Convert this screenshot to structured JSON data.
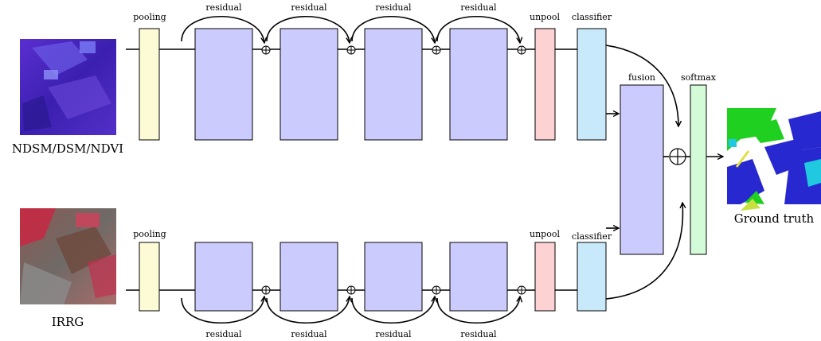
{
  "labels": {
    "pooling": "pooling",
    "residual": "residual",
    "unpool": "unpool",
    "classifier": "classifier",
    "fusion": "fusion",
    "softmax": "softmax",
    "input_top": "NDSM/DSM/NDVI",
    "input_bottom": "IRRG",
    "output": "Ground truth"
  },
  "colors": {
    "pooling": "#fdfbd5",
    "residual": "#cccbfd",
    "unpool": "#fcd2d3",
    "classifier": "#c7e9f9",
    "fusion": "#cccbfd",
    "softmax": "#d4fbd7"
  }
}
